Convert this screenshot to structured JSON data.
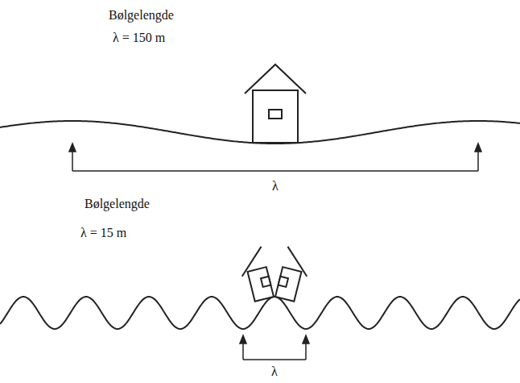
{
  "diagram": {
    "labels": [
      "Bølgelengde",
      "λ = 150 m",
      "λ",
      "Bølgelengde",
      "λ = 15 m",
      "λ"
    ]
  }
}
